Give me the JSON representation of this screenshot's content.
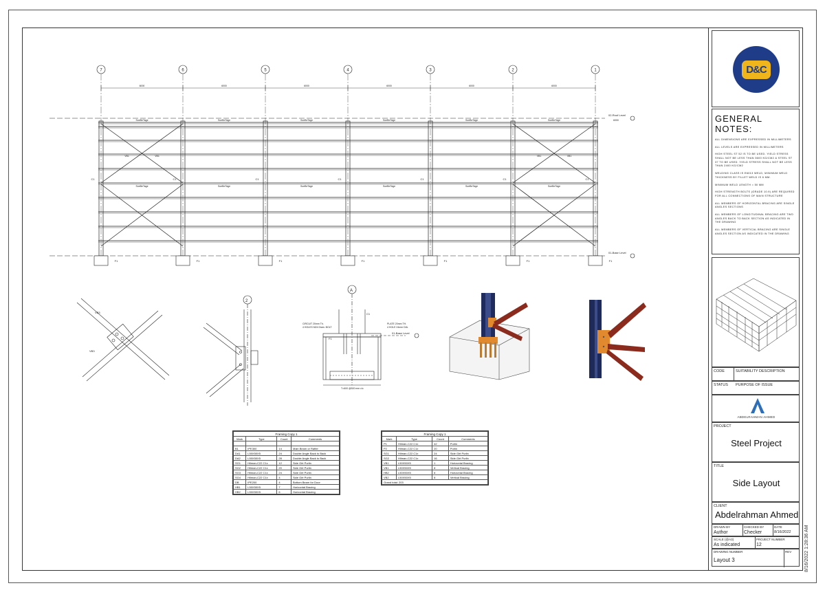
{
  "elevation": {
    "grid_labels": [
      "7",
      "6",
      "5",
      "4",
      "3",
      "2",
      "1"
    ],
    "dimensions": [
      "6000",
      "6000",
      "6000",
      "6000",
      "6000",
      "6000"
    ],
    "top_level": "02-Roof Level",
    "top_level_value": "6000",
    "ground_level": "01-Base Level",
    "foundation_tag": "F1",
    "purlin_tag": "SoeBeTage",
    "brace_tag": "VB1",
    "col_tag": "C1"
  },
  "details": {
    "grid_2": "2",
    "grid_A": "A",
    "base_c1": "C1",
    "base_f1": "F1",
    "base_level": "01-Base Level",
    "anchor_note_left": "CIRCUIT 20mm Th.\n4 HOLES M24 Diam. BOLT",
    "plate_note": "PLATE 20mm TH.\n4 HOLE 24mm DIA.",
    "dim_bottom": "T=600 @300 mm c/c"
  },
  "schedule1": {
    "title": "Framing Copy 1",
    "headers": [
      "Mark",
      "Type",
      "Count",
      "Comments"
    ],
    "rows": [
      [
        "",
        "",
        "",
        ""
      ],
      [
        "B1",
        "IPE300",
        "14",
        "Main Beam or Rafter"
      ],
      [
        "DA1",
        "L50X50X5",
        "24",
        "Double Angle Back to Back"
      ],
      [
        "DA2",
        "L50X50X5",
        "28",
        "Double Angle Back to Back"
      ],
      [
        "SG1",
        "Hilman-C22 C1x",
        "12",
        "Side Girt Purlin"
      ],
      [
        "SG2",
        "Hilman-C22 C1x",
        "20",
        "Side Girt Purlin"
      ],
      [
        "SG3",
        "Hilman-C22 C1x",
        "24",
        "Side Girt Purlin"
      ],
      [
        "SG4",
        "Hilman-C22 C1x",
        "4",
        "Side Girt Purlin"
      ],
      [
        "DB",
        "IPE200",
        "4",
        "Bottom Beam for Door"
      ],
      [
        "HB1",
        "L50X50X5",
        "7",
        "Horizontal Bracing"
      ],
      [
        "HB2",
        "L50X50X5",
        "6",
        "Horizontal Bracing"
      ]
    ]
  },
  "schedule2": {
    "title": "Framing Copy 1",
    "headers": [
      "Mark",
      "Type",
      "Count",
      "Comments"
    ],
    "rows": [
      [
        "P1",
        "Hilman-C22 C1x",
        "42",
        "Purlin"
      ],
      [
        "P2",
        "Hilman-C22 C1x",
        "20",
        "Purlin"
      ],
      [
        "SG1",
        "Hilman-C22 C1x",
        "24",
        "Side Girt Purlin"
      ],
      [
        "SG2",
        "Hilman-C22 C1x",
        "16",
        "Side Girt Purlin"
      ],
      [
        "VB1",
        "L50X50X5",
        "1",
        "Horizontal Bracing"
      ],
      [
        "VB1",
        "L50X50X5",
        "8",
        "Vertical Bracing"
      ],
      [
        "HB2",
        "L50X50X5",
        "6",
        "Horizontal Bracing"
      ],
      [
        "VB2",
        "L50X50X5",
        "8",
        "Vertical Bracing"
      ]
    ],
    "total": "Grand total: 203"
  },
  "titleblock": {
    "logo_text": "D&C",
    "notes_title": "GENERAL NOTES:",
    "notes": [
      "All dimensions are expressed in millimeters",
      "All levels are expressed in millimeters",
      "High steel st 52 is to be used. Yield stress shall not be less than 3600 kg/cm2 & steel st 37 to be used. Yield stress shall not be less than 2400 kg/cm2",
      "Welding class is E6013 weld, minimum weld thickness by fillet weld is 6 mm.",
      "Minimum weld length = 50 mm",
      "High strength bolts (grade 10.9) are required for all connections of main structure",
      "All members of horizontal bracing are single angles sections",
      "All members of longitudinal bracing are two angles back to back section as indicated in the drawing",
      "All members of vertical bracing are single angles section as indicated in the drawing"
    ],
    "code_label": "CODE",
    "suitability_label": "SUITABILITY DESCRIPTION",
    "status_label": "STATUS",
    "purpose_label": "PURPOSE OF ISSUE",
    "brand_name": "ABDELRAHMAN AHMED",
    "project_label": "PROJECT",
    "project_value": "Steel Project",
    "title_label": "TITLE",
    "title_value": "Side Layout",
    "client_label": "CLIENT",
    "client_value": "Abdelrahman Ahmed",
    "drawn_by_label": "DRAWN BY",
    "drawn_by_value": "Author",
    "checked_by_label": "CHECKED BY",
    "checked_by_value": "Checker",
    "date_label": "DATE",
    "date_value": "8/16/2022",
    "scale_label": "SCALE (@A3)",
    "scale_value": "As indicated",
    "project_number_label": "PROJECT NUMBER",
    "project_number_value": "12",
    "drawing_number_label": "DRAWING NUMBER",
    "drawing_number_value": "Layout 3",
    "rev_label": "REV"
  },
  "timestamp": "8/16/2022 1:28:36 AM",
  "colors": {
    "logo_bg": "#1f3c88",
    "logo_accent": "#f1b51c",
    "steel_red": "#8b2b1e",
    "steel_blue": "#1d2a5a",
    "plate_orange": "#e0892f"
  }
}
